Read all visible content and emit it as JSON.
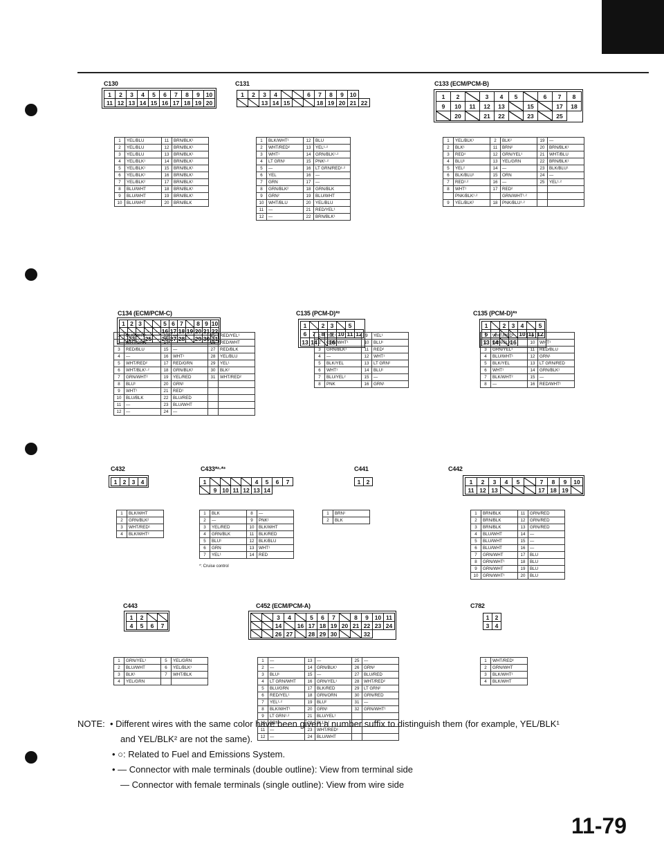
{
  "page_number": "11-79",
  "connectors": [
    {
      "id": "c130",
      "label": "C130",
      "rows": [
        [
          "1",
          "2",
          "3",
          "4",
          "5",
          "6",
          "7",
          "8",
          "9",
          "10"
        ],
        [
          "11",
          "12",
          "13",
          "14",
          "15",
          "16",
          "17",
          "18",
          "19",
          "20"
        ]
      ],
      "pins": [
        [
          "1",
          "YEL/BLU",
          "11",
          "BRN/BLK¹"
        ],
        [
          "2",
          "YEL/BLU",
          "12",
          "BRN/BLK¹"
        ],
        [
          "3",
          "YEL/BLU",
          "13",
          "BRN/BLK¹"
        ],
        [
          "4",
          "YEL/BLK¹",
          "14",
          "BRN/BLK¹"
        ],
        [
          "5",
          "YEL/BLK¹",
          "15",
          "BRN/BLK¹"
        ],
        [
          "6",
          "YEL/BLK¹",
          "16",
          "BRN/BLK¹"
        ],
        [
          "7",
          "YEL/BLK²",
          "17",
          "BRN/BLK¹"
        ],
        [
          "8",
          "BLU/WHT",
          "18",
          "BRN/BLK¹"
        ],
        [
          "9",
          "BLU/WHT",
          "19",
          "BRN/BLK¹"
        ],
        [
          "10",
          "BLU/WHT",
          "20",
          "BRN/BLK"
        ]
      ]
    },
    {
      "id": "c131",
      "label": "C131",
      "rows": [
        [
          "1",
          "2",
          "3",
          "4",
          "",
          "",
          "6",
          "7",
          "8",
          "9",
          "10"
        ],
        [
          "",
          "",
          "13",
          "14",
          "15",
          "",
          "",
          "18",
          "19",
          "20",
          "21",
          "22"
        ]
      ],
      "pins": [
        [
          "1",
          "BLK/WHT¹",
          "12",
          "BLU"
        ],
        [
          "2",
          "WHT/RED²",
          "13",
          "YEL¹·²"
        ],
        [
          "3",
          "WHT¹",
          "14",
          "GRN/BLK¹·²"
        ],
        [
          "4",
          "LT GRN¹",
          "15",
          "PNK¹·²"
        ],
        [
          "5",
          "—",
          "16",
          "LT GRN/RED¹·²"
        ],
        [
          "6",
          "YEL",
          "16",
          "—"
        ],
        [
          "7",
          "GRN",
          "17",
          "—"
        ],
        [
          "8",
          "GRN/BLK²",
          "18",
          "GRN/BLK"
        ],
        [
          "9",
          "GRN²",
          "19",
          "BLU/WHT"
        ],
        [
          "10",
          "WHT/BLU",
          "20",
          "YEL/BLU"
        ],
        [
          "11",
          "—",
          "21",
          "RED/YEL¹"
        ],
        [
          "12",
          "—",
          "22",
          "BRN/BLK¹"
        ]
      ]
    },
    {
      "id": "c133",
      "label": "C133 (ECM/PCM-B)",
      "rows": [
        [
          "1",
          "2",
          "",
          "3",
          "4",
          "5",
          "",
          "6",
          "7",
          "8"
        ],
        [
          "9",
          "10",
          "11",
          "12",
          "13",
          "",
          "15",
          "",
          "17",
          "18"
        ],
        [
          "",
          "20",
          "",
          "21",
          "22",
          "",
          "23",
          "",
          "25"
        ]
      ],
      "pins": [
        [
          "1",
          "YEL/BLK¹",
          "2",
          "BLK²",
          "19",
          "—"
        ],
        [
          "2",
          "BLK¹",
          "11",
          "BRN²",
          "20",
          "BRN/BLK¹"
        ],
        [
          "3",
          "RED¹",
          "12",
          "GRN/YEL¹",
          "21",
          "WHT/BLU"
        ],
        [
          "4",
          "BLU¹",
          "13",
          "YEL/GRN",
          "22",
          "BRN/BLK¹"
        ],
        [
          "5",
          "YEL²",
          "14",
          "—",
          "23",
          "BLK/BLU¹"
        ],
        [
          "6",
          "BLK/BLU¹",
          "15",
          "ORN",
          "24",
          "—"
        ],
        [
          "7",
          "RED¹·²",
          "16",
          "—",
          "25",
          "YEL¹·²"
        ],
        [
          "8",
          "WHT¹",
          "17",
          "RED²",
          "",
          ""
        ],
        [
          "",
          "PNK/BLK¹·²",
          "",
          "GRN/WHT¹·²",
          "",
          ""
        ],
        [
          "9",
          "YEL/BLK²",
          "18",
          "PNK/BLU¹·²",
          "",
          ""
        ]
      ]
    },
    {
      "id": "c134",
      "label": "C134 (ECM/PCM-C)",
      "rows": [
        [
          "1",
          "2",
          "3",
          "",
          "",
          "5",
          "6",
          "7",
          "",
          "8",
          "9",
          "10"
        ],
        [
          "",
          "",
          "",
          "",
          "",
          "16",
          "17",
          "18",
          "19",
          "20",
          "21",
          "22"
        ],
        [
          "",
          "23",
          "",
          "25",
          "",
          "26",
          "27",
          "28",
          "",
          "29",
          "30",
          "31"
        ]
      ],
      "pins": [
        [
          "1",
          "BLK/WHT¹",
          "13",
          "—",
          "25",
          "RED/YEL¹"
        ],
        [
          "2",
          "WHT/GRN",
          "14",
          "—",
          "26",
          "RED/WHT"
        ],
        [
          "3",
          "RED/BLU",
          "15",
          "—",
          "27",
          "RED/BLK"
        ],
        [
          "4",
          "—",
          "16",
          "WHT¹",
          "28",
          "YEL/BLU"
        ],
        [
          "5",
          "WHT/RED²",
          "17",
          "RED/GRN",
          "29",
          "YEL¹"
        ],
        [
          "6",
          "WHT/BLK¹·²",
          "18",
          "GRN/BLK²",
          "30",
          "BLK²"
        ],
        [
          "7",
          "GRN/WHT²",
          "19",
          "YEL/RED",
          "31",
          "WHT/RED²"
        ],
        [
          "8",
          "BLU¹",
          "20",
          "GRN¹",
          "",
          ""
        ],
        [
          "9",
          "WHT¹",
          "21",
          "RED¹",
          "",
          ""
        ],
        [
          "10",
          "BLU/BLK",
          "22",
          "BLU/RED",
          "",
          ""
        ],
        [
          "11",
          "—",
          "23",
          "BLU/WHT",
          "",
          ""
        ],
        [
          "12",
          "—",
          "24",
          "—",
          "",
          ""
        ]
      ]
    },
    {
      "id": "c135a",
      "label": "C135 (PCM-D)*²",
      "rows": [
        [
          "1",
          "",
          "2",
          "3",
          "",
          "5"
        ],
        [
          "6",
          "7",
          "8",
          "9",
          "10",
          "11",
          "12"
        ],
        [
          "13",
          "14",
          "",
          "16"
        ]
      ],
      "pins": [
        [
          "1",
          "YEL¹",
          "9",
          "YEL¹"
        ],
        [
          "2",
          "GRN/WHT¹",
          "10",
          "BLU¹"
        ],
        [
          "3",
          "GRN/BLK¹",
          "11",
          "RED²"
        ],
        [
          "4",
          "—",
          "12",
          "WHT¹"
        ],
        [
          "5",
          "BLK/YEL",
          "13",
          "LT GRN²"
        ],
        [
          "6",
          "WHT¹",
          "14",
          "BLU¹"
        ],
        [
          "7",
          "BLU/YEL²",
          "15",
          "—"
        ],
        [
          "8",
          "PNK",
          "16",
          "GRN¹"
        ]
      ]
    },
    {
      "id": "c135b",
      "label": "C135 (PCM-D)*³",
      "rows": [
        [
          "1",
          "",
          "2",
          "3",
          "4",
          "",
          "5"
        ],
        [
          "6",
          "7",
          "",
          "",
          "10",
          "11",
          "12"
        ],
        [
          "13",
          "14",
          "",
          "16"
        ]
      ],
      "pins": [
        [
          "1",
          "WHT/RED¹",
          "9",
          "—"
        ],
        [
          "2",
          "GRN/BLK¹",
          "10",
          "WHT¹"
        ],
        [
          "3",
          "GRN/YEL¹",
          "11",
          "RED/BLU"
        ],
        [
          "4",
          "BLU/WHT¹",
          "12",
          "GRN¹"
        ],
        [
          "5",
          "BLK/YEL",
          "13",
          "LT GRN/RED"
        ],
        [
          "6",
          "WHT¹",
          "14",
          "GRN/BLK¹"
        ],
        [
          "7",
          "BLK/WHT²",
          "15",
          "—"
        ],
        [
          "8",
          "—",
          "16",
          "RED/WHT¹"
        ]
      ]
    },
    {
      "id": "c432",
      "label": "C432",
      "rows": [
        [
          "1",
          "2",
          "3",
          "4"
        ]
      ],
      "pins": [
        [
          "1",
          "BLK/WHT"
        ],
        [
          "2",
          "GRN/BLK²"
        ],
        [
          "3",
          "WHT/RED¹"
        ],
        [
          "4",
          "BLK/WHT²"
        ]
      ]
    },
    {
      "id": "c433",
      "label": "C433*²·*³",
      "rows": [
        [
          "1",
          "",
          "",
          "",
          "",
          "4",
          "5",
          "6",
          "7"
        ],
        [
          "",
          "9",
          "10",
          "11",
          "12",
          "13",
          "14"
        ]
      ],
      "pins": [
        [
          "1",
          "BLK",
          "8",
          "—"
        ],
        [
          "2",
          "—",
          "9",
          "PNK¹"
        ],
        [
          "3",
          "YEL/RED",
          "10",
          "BLK/WHT"
        ],
        [
          "4",
          "GRN/BLK",
          "11",
          "BLK/RED"
        ],
        [
          "5",
          "BLU¹",
          "12",
          "BLK/BLU"
        ],
        [
          "6",
          "GRN",
          "13",
          "WHT¹"
        ],
        [
          "7",
          "YEL¹",
          "14",
          "RED"
        ]
      ],
      "note": "*: Cruise control"
    },
    {
      "id": "c441",
      "label": "C441",
      "rows": [
        [
          "1",
          "2"
        ]
      ],
      "pins": [
        [
          "1",
          "BRN¹"
        ],
        [
          "2",
          "BLK"
        ]
      ]
    },
    {
      "id": "c442",
      "label": "C442",
      "rows": [
        [
          "1",
          "2",
          "3",
          "4",
          "5",
          "",
          "7",
          "8",
          "9",
          "10"
        ],
        [
          "11",
          "12",
          "13",
          "",
          "",
          "",
          "17",
          "18",
          "19",
          ""
        ]
      ],
      "pins": [
        [
          "1",
          "BRN/BLK",
          "11",
          "GRN/RED"
        ],
        [
          "2",
          "BRN/BLK",
          "12",
          "GRN/RED"
        ],
        [
          "3",
          "BRN/BLK",
          "13",
          "GRN/RED"
        ],
        [
          "4",
          "BLU/WHT",
          "14",
          "—"
        ],
        [
          "5",
          "BLU/WHT",
          "15",
          "—"
        ],
        [
          "6",
          "BLU/WHT",
          "16",
          "—"
        ],
        [
          "7",
          "GRN/WHT",
          "17",
          "BLU"
        ],
        [
          "8",
          "GRN/WHT¹",
          "18",
          "BLU"
        ],
        [
          "9",
          "GRN/WHT",
          "19",
          "BLU"
        ],
        [
          "10",
          "GRN/WHT¹",
          "20",
          "BLU"
        ]
      ]
    },
    {
      "id": "c443",
      "label": "C443",
      "rows": [
        [
          "1",
          "2",
          "",
          ""
        ],
        [
          "4",
          "5",
          "6",
          "7"
        ]
      ],
      "pins": [
        [
          "1",
          "GRN/YEL¹",
          "5",
          "YEL/GRN"
        ],
        [
          "2",
          "BLU/WHT",
          "6",
          "YEL/BLK¹"
        ],
        [
          "3",
          "BLK¹",
          "7",
          "WHT/BLK"
        ],
        [
          "4",
          "YEL/GRN",
          "",
          ""
        ]
      ]
    },
    {
      "id": "c452",
      "label": "C452 (ECM/PCM-A)",
      "rows": [
        [
          "",
          "",
          "3",
          "4",
          "",
          "5",
          "6",
          "7",
          "",
          "8",
          "9",
          "10",
          "11"
        ],
        [
          "",
          "",
          "14",
          "",
          "16",
          "17",
          "18",
          "19",
          "20",
          "21",
          "22",
          "23",
          "24"
        ],
        [
          "",
          "",
          "26",
          "27",
          "",
          "28",
          "29",
          "30",
          "",
          "",
          "32"
        ]
      ],
      "pins": [
        [
          "1",
          "—",
          "13",
          "—",
          "25",
          "—"
        ],
        [
          "2",
          "—",
          "14",
          "GRN/BLK¹",
          "26",
          "GRN²"
        ],
        [
          "3",
          "BLU¹",
          "15",
          "—",
          "27",
          "BLU/RED"
        ],
        [
          "4",
          "LT GRN/WHT",
          "16",
          "GRN/YEL¹",
          "28",
          "WHT/RED²"
        ],
        [
          "5",
          "BLU/GRN",
          "17",
          "BLK/RED",
          "29",
          "LT GRN²"
        ],
        [
          "6",
          "RED/YEL¹",
          "18",
          "GRN/ORN",
          "30",
          "GRN/RED"
        ],
        [
          "7",
          "YEL¹·²",
          "19",
          "BLU²",
          "31",
          "—"
        ],
        [
          "8",
          "BLK/WHT¹",
          "20",
          "GRN¹",
          "32",
          "GRN/WHT¹"
        ],
        [
          "9",
          "LT GRN¹·²",
          "21",
          "BLU/YEL¹",
          "",
          ""
        ],
        [
          "10",
          "BRN¹",
          "22",
          "BLU¹·²",
          "",
          ""
        ],
        [
          "11",
          "—",
          "23",
          "WHT/RED¹",
          "",
          ""
        ],
        [
          "12",
          "—",
          "24",
          "BLU/WHT",
          "",
          ""
        ]
      ]
    },
    {
      "id": "c782",
      "label": "C782",
      "rows": [
        [
          "1",
          "2"
        ],
        [
          "3",
          "4"
        ]
      ],
      "pins": [
        [
          "1",
          "WHT/RED¹"
        ],
        [
          "2",
          "GRN/WHT"
        ],
        [
          "3",
          "BLK/WHT¹"
        ],
        [
          "4",
          "BLK/WHT"
        ]
      ]
    }
  ],
  "notes": {
    "prefix": "NOTE:",
    "items": [
      "Different wires with the same color have been given a number suffix to distinguish them (for example, YEL/BLK¹",
      "and YEL/BLK² are not the same).",
      "○: Related to Fuel and Emissions System.",
      "— Connector with male terminals (double outline): View from terminal side",
      "— Connector with female terminals (single outline): View from wire side"
    ]
  }
}
